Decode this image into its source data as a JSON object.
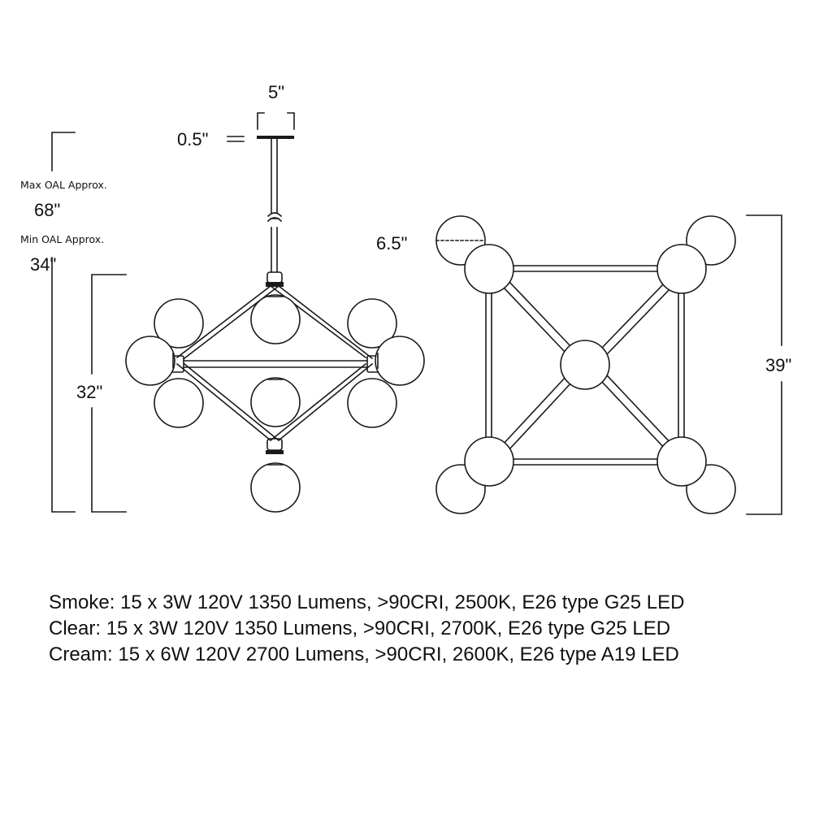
{
  "dimensions": {
    "canopy_width": "5\"",
    "canopy_height": "0.5\"",
    "max_oal_label": "Max OAL Approx.",
    "max_oal_value": "68\"",
    "min_oal_label": "Min OAL Approx.",
    "min_oal_value": "34\"",
    "body_height": "32\"",
    "globe_diameter": "6.5\"",
    "width": "39\""
  },
  "specs": [
    "Smoke: 15 x 3W 120V 1350 Lumens, >90CRI, 2500K, E26 type G25 LED",
    "Clear: 15 x 3W 120V 1350 Lumens, >90CRI, 2700K, E26 type G25 LED",
    "Cream: 15 x 6W 120V 2700 Lumens, >90CRI, 2600K, E26 type A19 LED"
  ],
  "colors": {
    "line": "#1a1a1a",
    "text": "#111111",
    "background": "#ffffff"
  }
}
